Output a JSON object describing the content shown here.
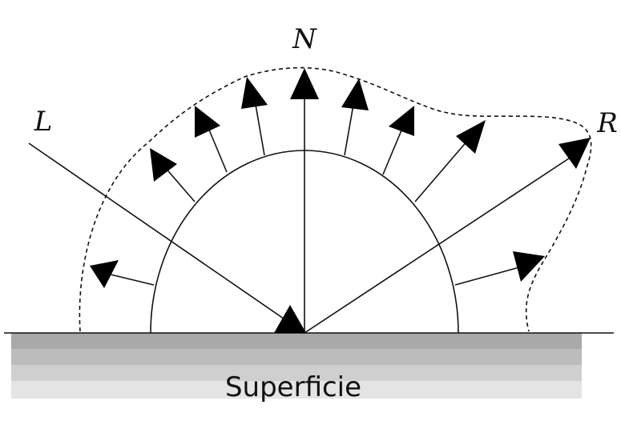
{
  "labels": {
    "normal": "N",
    "light": "L",
    "reflection": "R",
    "surface": "Superficie"
  },
  "colors": {
    "ink": "#111111",
    "surface_top": "#a9a9a9",
    "surface_mid": "#bcbcbc",
    "surface_low": "#cfcfcf",
    "surface_bottom": "#e4e4e4"
  }
}
